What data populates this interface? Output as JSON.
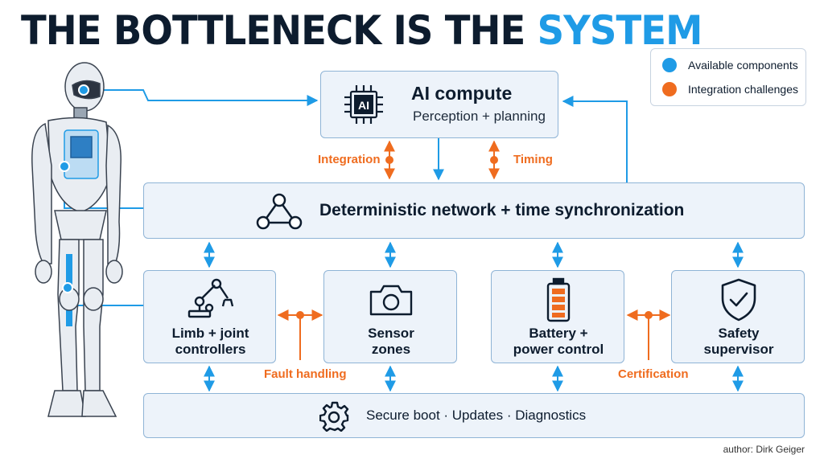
{
  "title": {
    "prefix": "THE BOTTLENECK IS THE",
    "accent": "SYSTEM"
  },
  "legend": {
    "available": "Available components",
    "challenges": "Integration challenges"
  },
  "ai_compute": {
    "chip_text": "AI",
    "title": "AI compute",
    "subtitle": "Perception + planning"
  },
  "network": {
    "label": "Deterministic network + time synchronization"
  },
  "modules": {
    "limb": [
      "Limb + joint",
      "controllers"
    ],
    "sensor": [
      "Sensor",
      "zones"
    ],
    "battery": [
      "Battery +",
      "power control"
    ],
    "safety": [
      "Safety",
      "supervisor"
    ]
  },
  "boot": {
    "label": "Secure boot · Updates · Diagnostics"
  },
  "challenges": {
    "integration": "Integration",
    "timing": "Timing",
    "fault": "Fault handling",
    "certification": "Certification"
  },
  "author": "author: Dirk Geiger",
  "colors": {
    "available": "#1f9be6",
    "challenge": "#ef6c1f",
    "title": "#0d1c2e",
    "box_fill": "#edf3fa",
    "box_border": "#8fb4d6"
  },
  "icons": {
    "chip": "ai-chip-icon",
    "network": "network-graph-icon",
    "robot_arm": "robot-arm-icon",
    "camera": "camera-icon",
    "battery": "battery-icon",
    "shield": "shield-check-icon",
    "gear": "gear-icon",
    "humanoid": "humanoid-robot-illustration"
  }
}
